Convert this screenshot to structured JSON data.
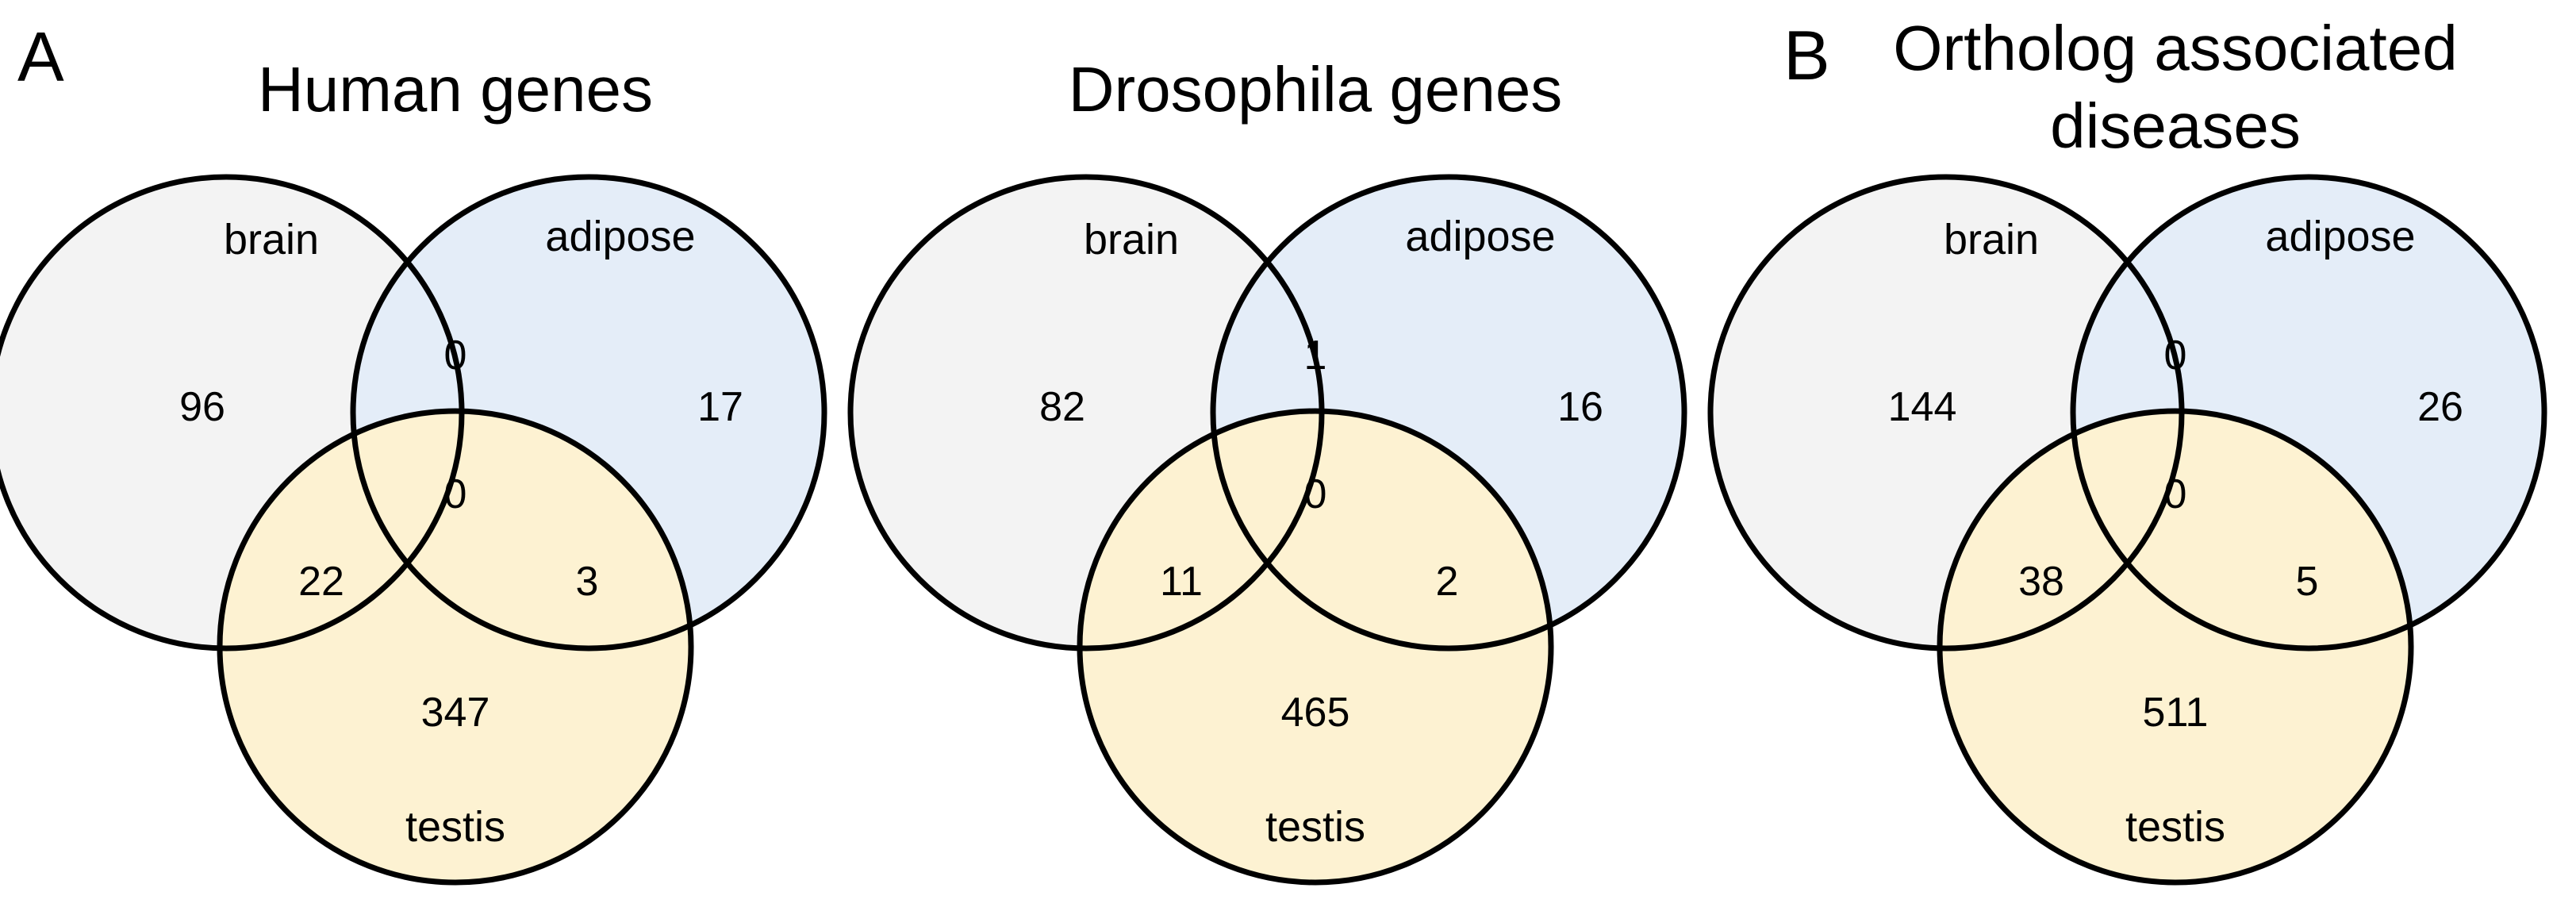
{
  "panel_labels": {
    "a": "A",
    "b": "B"
  },
  "colors": {
    "brain": "#f3f3f3",
    "adipose": "#e4edf8",
    "testis": "#fdf2d2",
    "outline": "#000000"
  },
  "diagrams": [
    {
      "title_lines": [
        "Human genes"
      ],
      "sets": {
        "brain": "brain",
        "adipose": "adipose",
        "testis": "testis"
      },
      "counts": {
        "brain_only": "96",
        "adipose_only": "17",
        "testis_only": "347",
        "brain_adipose": "0",
        "brain_testis": "22",
        "adipose_testis": "3",
        "all_three": "0"
      }
    },
    {
      "title_lines": [
        "Drosophila genes"
      ],
      "sets": {
        "brain": "brain",
        "adipose": "adipose",
        "testis": "testis"
      },
      "counts": {
        "brain_only": "82",
        "adipose_only": "16",
        "testis_only": "465",
        "brain_adipose": "1",
        "brain_testis": "11",
        "adipose_testis": "2",
        "all_three": "0"
      }
    },
    {
      "title_lines": [
        "Ortholog associated",
        "diseases"
      ],
      "sets": {
        "brain": "brain",
        "adipose": "adipose",
        "testis": "testis"
      },
      "counts": {
        "brain_only": "144",
        "adipose_only": "26",
        "testis_only": "511",
        "brain_adipose": "0",
        "brain_testis": "38",
        "adipose_testis": "5",
        "all_three": "0"
      }
    }
  ]
}
